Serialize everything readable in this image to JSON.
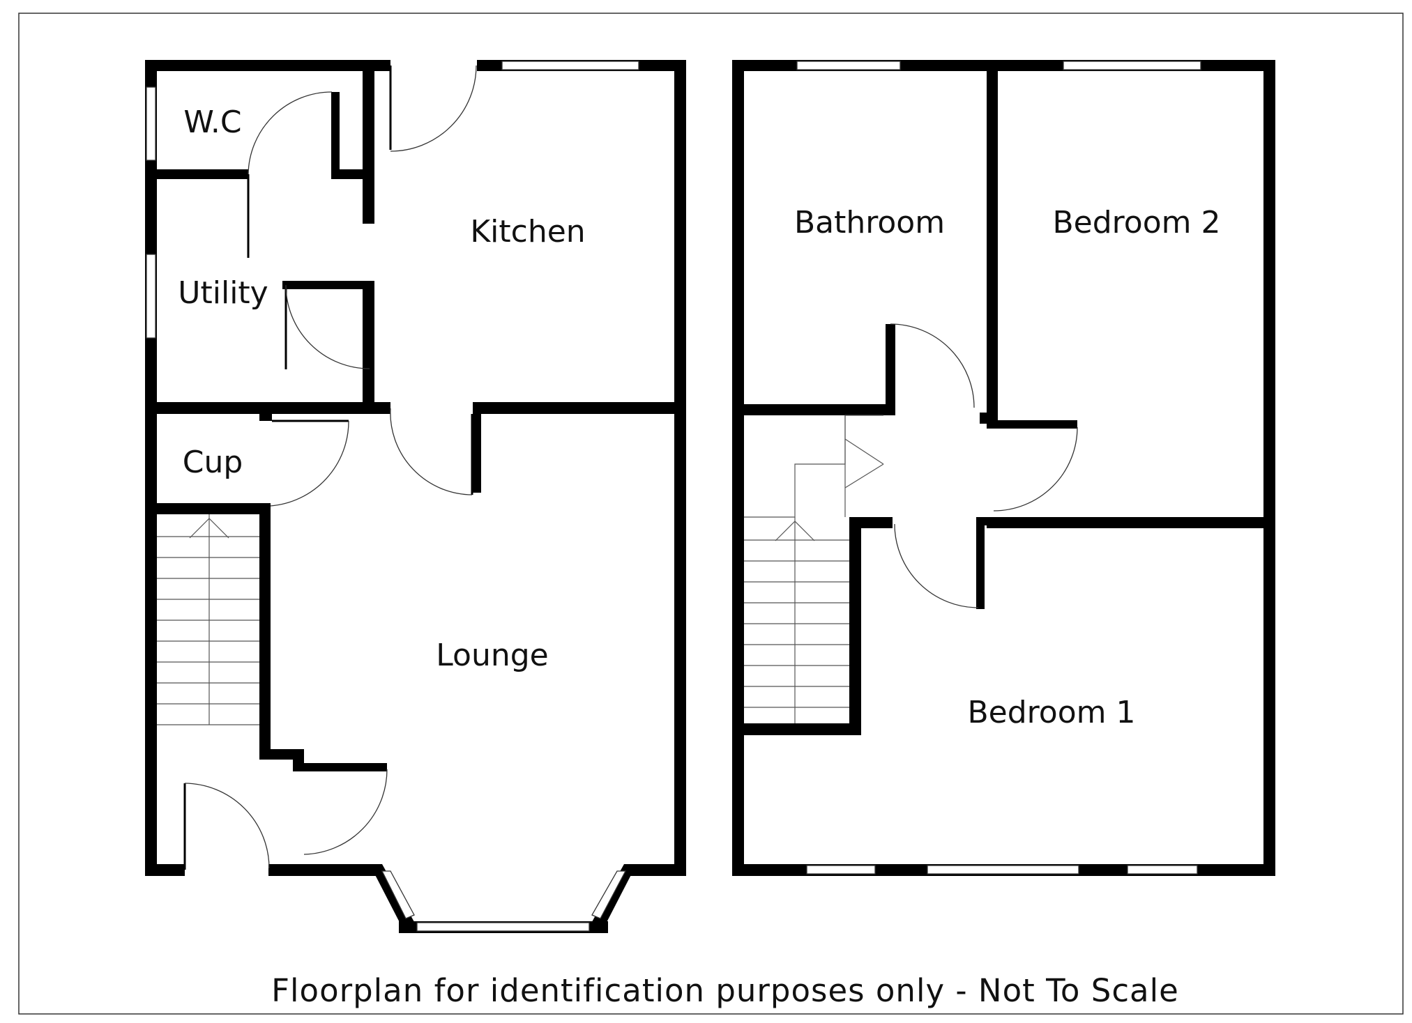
{
  "rooms": {
    "wc": "W.C",
    "utility": "Utility",
    "kitchen": "Kitchen",
    "cup": "Cup",
    "lounge": "Lounge",
    "bathroom": "Bathroom",
    "bedroom2": "Bedroom 2",
    "bedroom1": "Bedroom 1"
  },
  "footer": {
    "disclaimer": "Floorplan for identification purposes only - Not To Scale"
  },
  "colors": {
    "wall": "#000000",
    "line": "#333333",
    "background": "#ffffff"
  }
}
